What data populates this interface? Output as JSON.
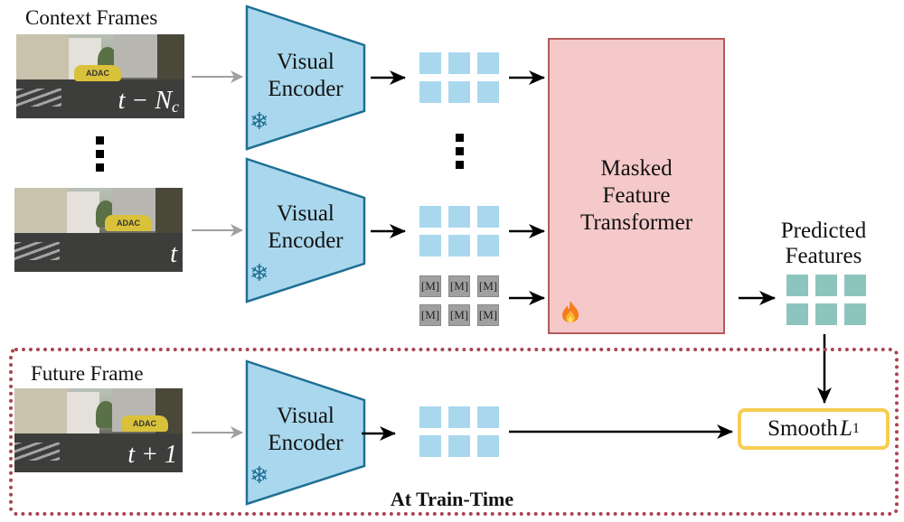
{
  "labels": {
    "context_frames": "Context Frames",
    "future_frame": "Future Frame",
    "predicted_features": [
      "Predicted",
      "Features"
    ],
    "at_train_time": "At Train-Time"
  },
  "frames": [
    {
      "id": "context-first",
      "time_label": "t − N",
      "time_sub": "c"
    },
    {
      "id": "context-last",
      "time_label": "t",
      "time_sub": ""
    },
    {
      "id": "future",
      "time_label": "t + 1",
      "time_sub": ""
    }
  ],
  "encoder": {
    "line1": "Visual",
    "line2": "Encoder",
    "state_icon": "snowflake-icon",
    "state": "frozen"
  },
  "mask_token": "[M]",
  "transformer": {
    "lines": [
      "Masked",
      "Feature",
      "Transformer"
    ],
    "state_icon": "flame-icon",
    "state": "trainable"
  },
  "loss": {
    "prefix": "Smooth",
    "symbol": "L",
    "subscript": "1"
  },
  "colors": {
    "encoder_fill": "#a9d8ee",
    "encoder_stroke": "#1f6f94",
    "feature_token": "#a9d8ee",
    "predicted_token": "#8cc5bd",
    "mask_token": "#a0a0a0",
    "transformer_fill": "#f5c9c9",
    "transformer_stroke": "#b45a5a",
    "loss_border": "#f7cd52",
    "train_box_border": "#a8454f",
    "input_arrow": "#a0a0a0"
  }
}
